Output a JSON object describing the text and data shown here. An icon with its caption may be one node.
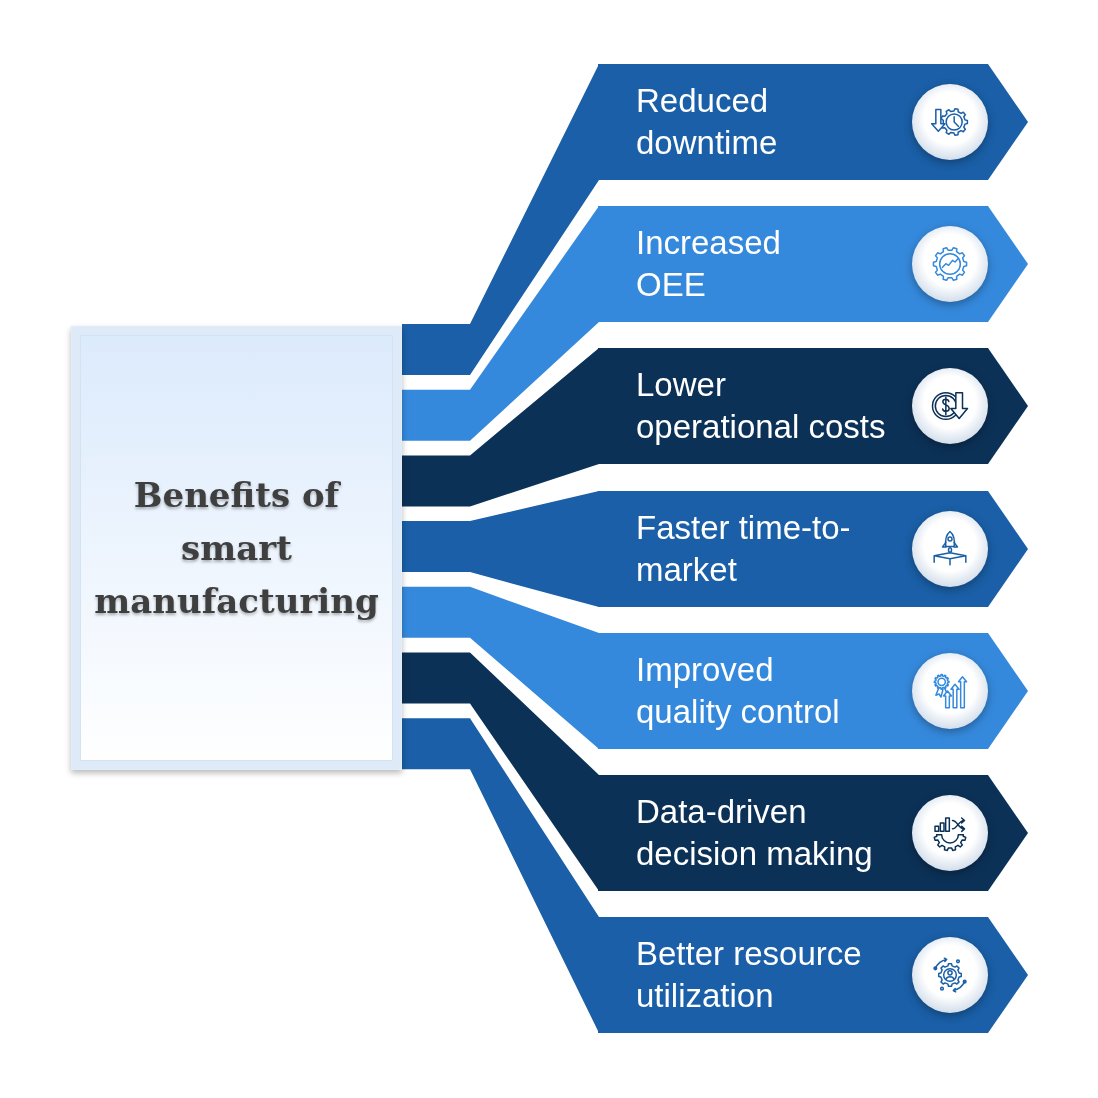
{
  "diagram": {
    "nodes": [
      {
        "text": [
          "Benefits of smart manufacturing"
        ]
      },
      {
        "text": [
          "Reduced downtime"
        ]
      },
      {
        "text": [
          "Increased OEE"
        ]
      },
      {
        "text": [
          "Lower operational costs"
        ]
      },
      {
        "text": [
          "Faster time-to-market"
        ]
      },
      {
        "text": [
          "Improved quality control"
        ]
      },
      {
        "text": [
          "Data-driven decision making"
        ]
      },
      {
        "text": [
          "Better resource utilization"
        ]
      }
    ],
    "edges": [
      {
        "from": 0,
        "to": 1,
        "arrow": "none",
        "style": "thick"
      },
      {
        "from": 0,
        "to": 2,
        "arrow": "none",
        "style": "thick",
        "color": "#3589dc"
      },
      {
        "from": 0,
        "to": 3,
        "arrow": "none",
        "style": "thick",
        "color": "#0c3157"
      },
      {
        "from": 0,
        "to": 4,
        "arrow": "none",
        "style": "thick"
      },
      {
        "from": 0,
        "to": 5,
        "arrow": "none",
        "style": "thick",
        "color": "#3589dc"
      },
      {
        "from": 0,
        "to": 6,
        "arrow": "none",
        "style": "thick",
        "color": "#0c3157"
      },
      {
        "from": 0,
        "to": 7,
        "arrow": "none",
        "style": "thick"
      }
    ]
  }
}
